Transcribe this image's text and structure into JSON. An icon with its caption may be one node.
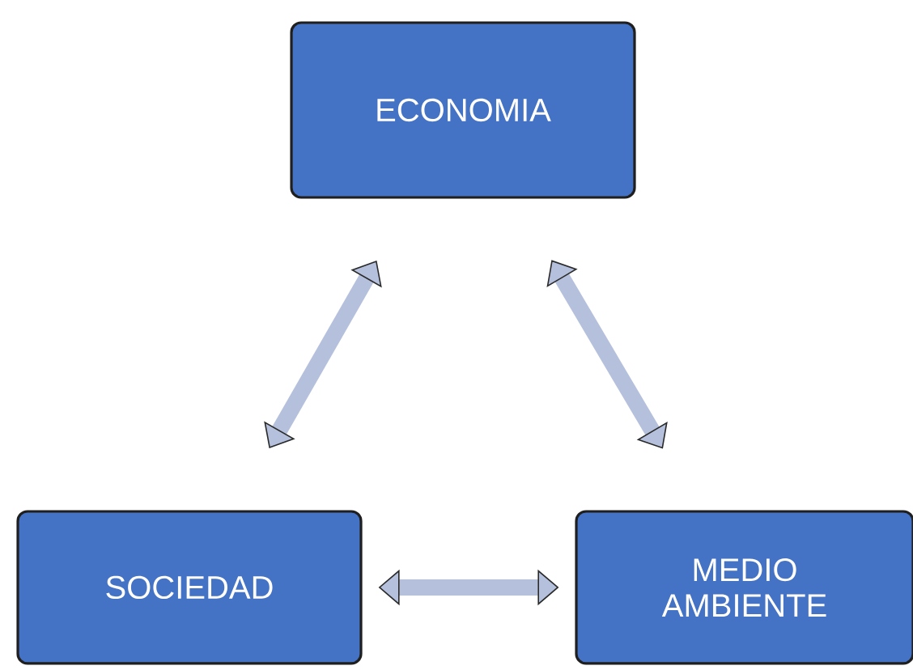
{
  "diagram": {
    "nodes": [
      {
        "text": [
          "ECONOMIA"
        ]
      },
      {
        "text": [
          "SOCIEDAD"
        ]
      },
      {
        "text": [
          "MEDIO AMBIENTE"
        ]
      }
    ],
    "edges": [
      {
        "from": 0,
        "to": 1,
        "arrow": "both"
      },
      {
        "from": 0,
        "to": 2,
        "arrow": "both"
      },
      {
        "from": 1,
        "to": 2,
        "arrow": "both"
      }
    ]
  }
}
